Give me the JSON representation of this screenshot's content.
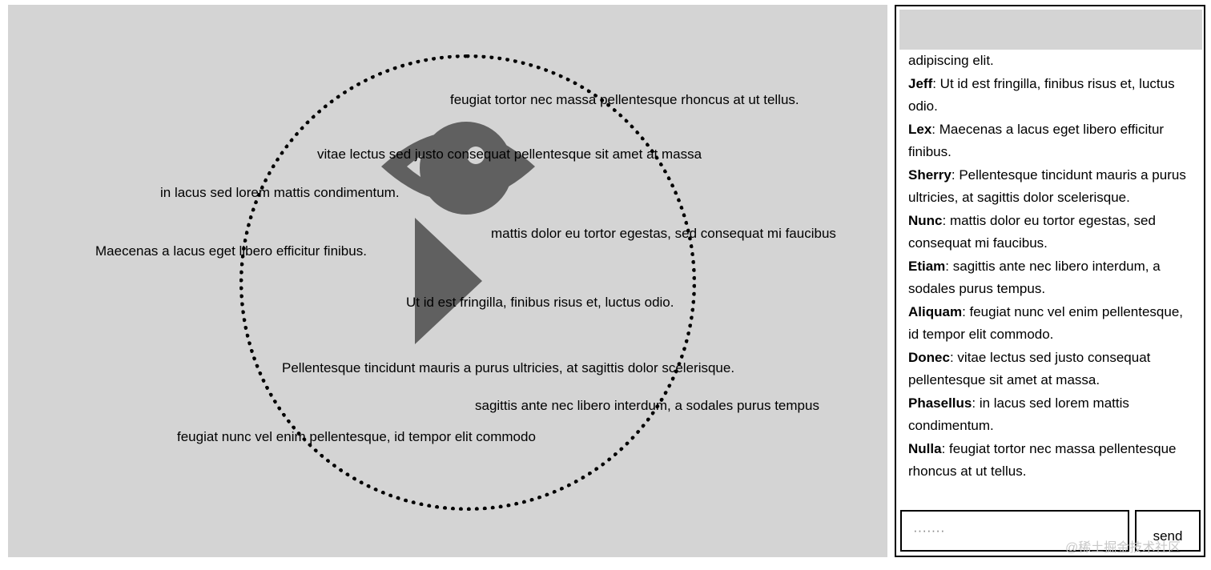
{
  "stage": {
    "danmaku": [
      "feugiat tortor nec massa pellentesque rhoncus at ut tellus.",
      "vitae lectus sed justo consequat pellentesque sit amet at massa",
      "in lacus sed lorem mattis condimentum.",
      "mattis dolor eu tortor egestas, sed consequat mi faucibus",
      "Maecenas a lacus eget libero efficitur finibus.",
      "Ut id est fringilla, finibus risus et, luctus odio.",
      "Pellentesque tincidunt mauris a purus ultricies, at sagittis dolor scelerisque.",
      "sagittis ante nec libero interdum, a sodales purus tempus",
      "feugiat nunc vel enim pellentesque, id tempor elit commodo"
    ],
    "icons": [
      "eye-icon",
      "play-icon"
    ]
  },
  "chat": {
    "partial_first_line": "adipiscing elit.",
    "messages": [
      {
        "user": "Jeff",
        "text": ": Ut id est fringilla, finibus risus et, luctus odio."
      },
      {
        "user": "Lex",
        "text": ": Maecenas a lacus eget libero efficitur finibus."
      },
      {
        "user": "Sherry",
        "text": ": Pellentesque tincidunt mauris a purus ultricies, at sagittis dolor scelerisque."
      },
      {
        "user": "Nunc",
        "text": ": mattis dolor eu tortor egestas, sed consequat mi faucibus."
      },
      {
        "user": "Etiam",
        "text": ": sagittis ante nec libero interdum, a sodales purus tempus."
      },
      {
        "user": "Aliquam",
        "text": ": feugiat nunc vel enim pellentesque, id tempor elit commodo."
      },
      {
        "user": "Donec",
        "text": ": vitae lectus sed justo consequat pellentesque sit amet at massa."
      },
      {
        "user": "Phasellus",
        "text": ": in lacus sed lorem mattis condimentum."
      },
      {
        "user": "Nulla",
        "text": ": feugiat tortor nec massa pellentesque rhoncus at ut tellus."
      }
    ],
    "input_placeholder": "·······",
    "send_label": "send"
  },
  "watermark": "@稀土掘金技术社区",
  "colors": {
    "stage_bg": "#d4d4d4",
    "icon": "#606060",
    "ring": "#000000"
  }
}
